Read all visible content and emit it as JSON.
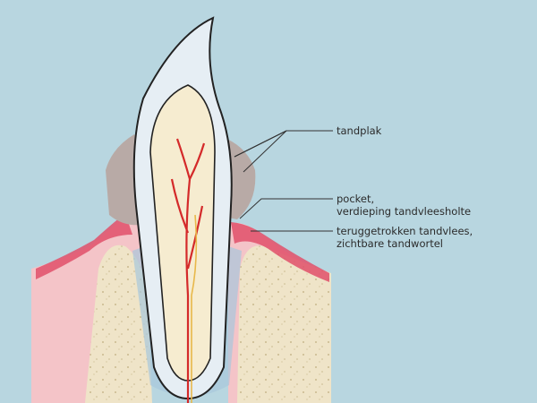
{
  "labels": {
    "plaque": "tandplak",
    "pocket_1": "pocket,",
    "pocket_2": "verdieping tandvleesholte",
    "recession_1": "teruggetrokken tandvlees,",
    "recession_2": "zichtbare tandwortel"
  },
  "colors": {
    "background": "#b8d6e0",
    "gum": "#f4c4c8",
    "gum_inflamed": "#e0506a",
    "bone": "#efe4c8",
    "enamel": "#e6eef4",
    "dentin": "#f6ecd0",
    "pulp_vessel": "#d42a2a",
    "nerve": "#e8b84a",
    "plaque": "#b8aaa6",
    "ligament": "#a8c8dc",
    "line": "#333333"
  }
}
